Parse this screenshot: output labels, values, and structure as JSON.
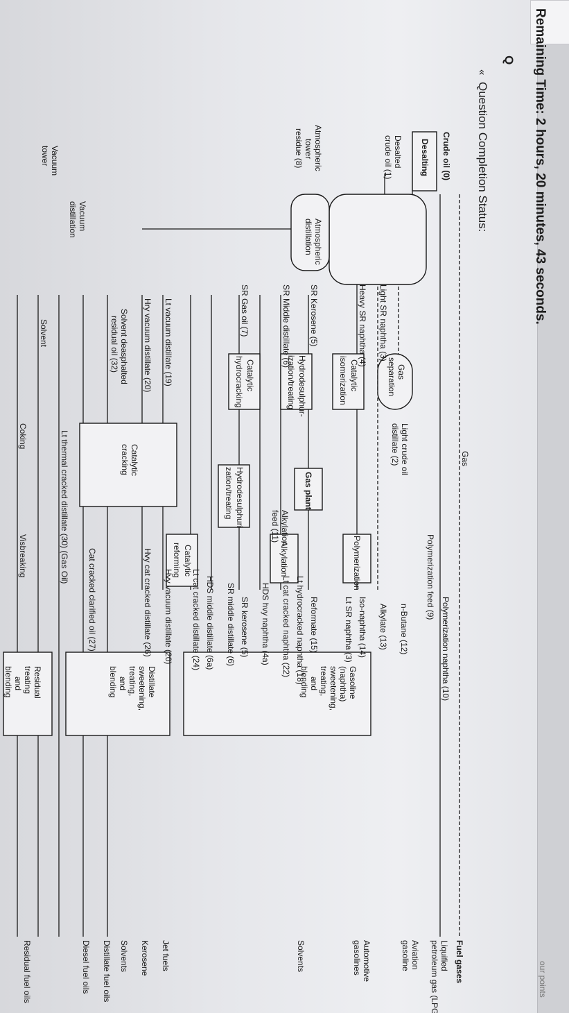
{
  "header": {
    "timer_text": "Remaining Time: 2 hours, 20 minutes, 43 seconds.",
    "completion_label": "Question Completion Status:",
    "chevron_glyph": "«",
    "search_glyph": "Q",
    "top_right_label": "our points"
  },
  "diagram": {
    "left": {
      "crude_oil": "Crude oil (0)",
      "desalting": "Desalting",
      "desalted_1": "Desalted",
      "desalted_2": "crude oil (1)",
      "atm_tower_1": "Atmospheric",
      "atm_tower_2": "tower",
      "atm_tower_3": "residue (8)",
      "atm_dist_1": "Atmospheric",
      "atm_dist_2": "distillation",
      "vac_dist_1": "Vacuum",
      "vac_dist_2": "distillation",
      "vac_tower_1": "Vacuum",
      "vac_tower_2": "tower"
    },
    "mid": {
      "gas_sep_1": "Gas",
      "gas_sep_2": "separation",
      "gas": "Gas",
      "lt_crude_1": "Light crude oil",
      "lt_crude_2": "distillate (2)",
      "lt_sr_naphtha": "Light SR naphtha (3)",
      "hvy_sr_naphtha": "Heavy SR naphtha (4)",
      "sr_kerosene": "SR Kerosene (5)",
      "sr_middle": "SR Middle distillate (6)",
      "sr_gas_oil": "SR Gas oil (7)",
      "lt_vac_dist": "Lt vacuum distillate (19)",
      "hvy_vac_dist": "Hry vacuum distillate (20)",
      "solvent_1": "Solvent deasphalted",
      "solvent_2": "residual oil (32)",
      "solvent": "Solvent",
      "coking": "Coking",
      "cat_isom_1": "Catalytic",
      "cat_isom_2": "isomerization",
      "hds_treat_1": "Hydrodesulphur-",
      "hds_treat_2": "ization/treating",
      "cat_hydro_1": "Catalytic",
      "cat_hydro_2": "hydrocracking",
      "gas_plant": "Gas plant",
      "cat_crack_1": "Catalytic",
      "cat_crack_2": "cracking",
      "hds2_1": "Hydrodesulphuri-",
      "hds2_2": "zation/treating",
      "alky_feed_1": "Alkylation",
      "alky_feed_2": "feed (11)",
      "poly_feed": "Polymerization feed (9)",
      "polymerization": "Polymerization",
      "alkylation": "Alkylation",
      "cat_reform_1": "Catalytic",
      "cat_reform_2": "reforming",
      "lt_thermal": "Lt thermal cracked distillate (30) (Gas Oil)",
      "visbreaking": "Visbreaking"
    },
    "right": {
      "poly_naphtha": "Polymerization naphtha (10)",
      "n_butane": "n-Butane (12)",
      "alkylate": "Alkylate (13)",
      "iso_naphtha": "Iso-naphtha (14)",
      "lt_sr_naphtha3": "Lt SR naphtha (3)",
      "reformate": "Reformate (15)",
      "lt_hydro_naphtha": "Lt hydrocracked naphtha (18)",
      "lt_cat_naphtha": "Lt cat cracked naphtha (22)",
      "hds_hvy_naphtha": "HDS hvy naphtha (4a)",
      "sr_kero5": "SR kerosene (5)",
      "sr_mid6": "SR middle distillate (6)",
      "hds_mid": "HDS middle distillate (6a)",
      "lt_cat_dist": "Lt cat cracked distillate (24)",
      "hvy_vac20": "Hvy vacuum distillate (20)",
      "hvy_cat_dist": "Hvy cat cracked distillate (26)",
      "cat_clarified": "Cat cracked clarified oil (27)",
      "gas_blend_1": "Gasoline",
      "gas_blend_2": "(naphtha)",
      "gas_blend_3": "sweetening,",
      "gas_blend_4": "treating,",
      "gas_blend_5": "and",
      "gas_blend_6": "blending",
      "dist_blend_1": "Distillate",
      "dist_blend_2": "sweetening,",
      "dist_blend_3": "treating,",
      "dist_blend_4": "and",
      "dist_blend_5": "blending",
      "resid_blend_1": "Residual",
      "resid_blend_2": "treating",
      "resid_blend_3": "and",
      "resid_blend_4": "blending"
    },
    "products": {
      "fuel_gases": "Fuel gases",
      "lpg_1": "Liquified",
      "lpg_2": "petroleum gas (LPG)",
      "aviation_1": "Aviation",
      "aviation_2": "gasoline",
      "automotive_1": "Automotive",
      "automotive_2": "gasolines",
      "solvents": "Solvents",
      "jet_fuels": "Jet fuels",
      "kerosene": "Kerosene",
      "solvents2": "Solvents",
      "distillate_fuel": "Distillate fuel oils",
      "diesel": "Diesel fuel oils",
      "residual_fuel": "Residual fuel oils"
    }
  }
}
